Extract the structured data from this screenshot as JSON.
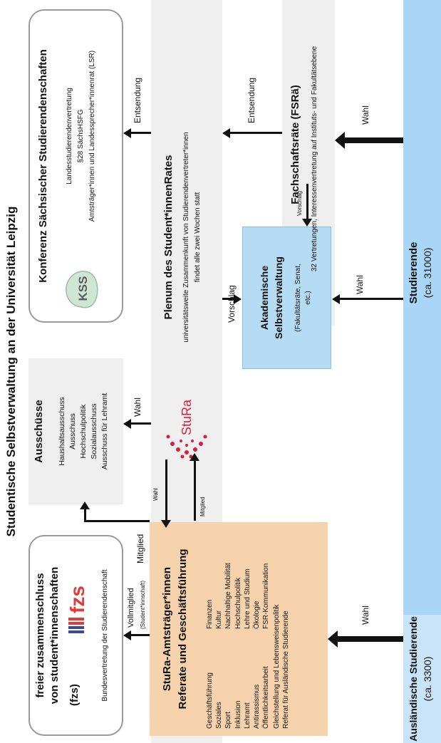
{
  "title": "Studentische Selbstverwaltung an der Universität Leipzig",
  "kss": {
    "heading": "Konferenz Sächsischer Studierendenschaften",
    "line1": "Landesstudierendenvertretung",
    "line2": "§28 SächsHSFG",
    "line3": "Amtsträger*innen und Landessprecher*innenrat (LSR)",
    "logo_text": "KSS"
  },
  "fzs": {
    "heading_line1": "freier zusammenschluss",
    "heading_line2": "von student*innenschaften",
    "heading_line3": "(fzs)",
    "logo_text": "fzs",
    "sub": "Bundesvertretung der Studierendenschaft"
  },
  "ausschuesse": {
    "heading": "Ausschüsse",
    "items": [
      "Haushaltsausschuss",
      "Ausschuss",
      "Hochschulpolitik",
      "Sozialausschuss",
      "Ausschuss für Lehramt"
    ]
  },
  "plenum": {
    "heading": "Plenum des Student*innenRates",
    "sub1": "universitätsweite Zusammenkunft von Studierendenvertreter*innen",
    "sub2": "findet alle zwei Wochen statt",
    "logo_text": "StuRa"
  },
  "fsr": {
    "heading": "Fachschaftsräte (FSRä)",
    "sub": "32 Vertretungen, Interessenvertretung auf Instituts- und Fakultätsebene"
  },
  "akad": {
    "heading_line1": "Akademische",
    "heading_line2": "Selbstverwaltung",
    "sub_line1": "(Fakultätsräte, Senat,",
    "sub_line2": "etc.)"
  },
  "referate": {
    "heading_line1": "StuRa-Amtsträger*innen",
    "heading_line2": "Referate und Geschäftsführung",
    "col1": [
      "Geschäftsführung",
      "Soziales",
      "Sport",
      "Inklusion",
      "Lehramt",
      "Antirassismus",
      "Öffentlichkeitsarbeit"
    ],
    "col2": [
      "Finanzen",
      "Kultur",
      "Nachhaltige Mobilität",
      "Hochschulpolitik",
      "Lehre und Studium",
      "Ökologie",
      "FSR-Kommunikation"
    ],
    "extra": [
      "Gleichstellung und Lebensweisenpolitik",
      "Referat für Ausländische Studierende"
    ]
  },
  "studierende": {
    "label": "Studierende",
    "count": "(ca. 31000)"
  },
  "auslaendisch": {
    "label": "Ausländische Studierende",
    "count": "(ca. 3300)"
  },
  "arrows": {
    "entsendung": "Entsendung",
    "wahl": "Wahl",
    "vorschlag": "Vorschlag",
    "mitglied": "Mitglied",
    "vollmitglied": "Vollmitglied",
    "vollmitglied_sub": "(Student*innschaft)"
  },
  "colors": {
    "peach": "#f7d3ad",
    "light_blue": "#b6dcf4",
    "gray_panel": "#efefef",
    "bar_blue": "#a9d6f7",
    "stura_red": "#d81e3e",
    "fzs_red": "#e23a3a",
    "fzs_blue": "#3b4a9c"
  }
}
